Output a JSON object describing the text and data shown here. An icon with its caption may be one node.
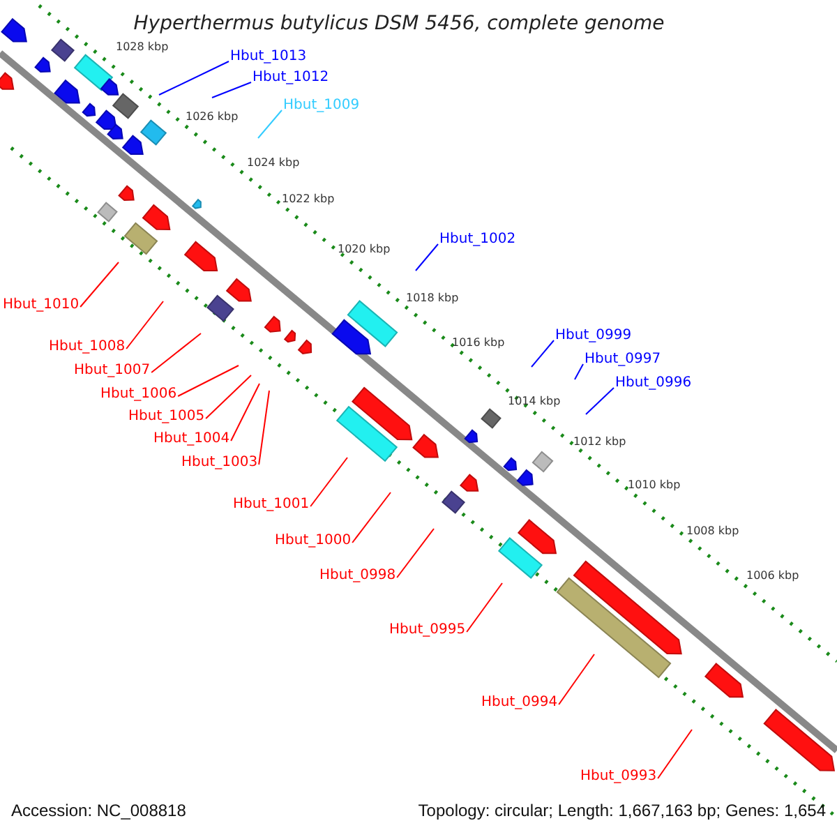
{
  "diagram": {
    "title": "Hyperthermus butylicus DSM 5456, complete genome",
    "nodes": [
      {
        "text": [
          "Hbut_1013"
        ]
      },
      {
        "text": [
          "Hbut_1012"
        ]
      },
      {
        "text": [
          "Hbut_1009"
        ]
      },
      {
        "text": [
          "Hbut_1002"
        ]
      },
      {
        "text": [
          "Hbut_0999"
        ]
      },
      {
        "text": [
          "Hbut_0997"
        ]
      },
      {
        "text": [
          "Hbut_0996"
        ]
      },
      {
        "text": [
          "Hbut_1010"
        ]
      },
      {
        "text": [
          "Hbut_1008"
        ]
      },
      {
        "text": [
          "Hbut_1007"
        ]
      },
      {
        "text": [
          "Hbut_1006"
        ]
      },
      {
        "text": [
          "Hbut_1005"
        ]
      },
      {
        "text": [
          "Hbut_1004"
        ]
      },
      {
        "text": [
          "Hbut_1003"
        ]
      },
      {
        "text": [
          "Hbut_1001"
        ]
      },
      {
        "text": [
          "Hbut_1000"
        ]
      },
      {
        "text": [
          "Hbut_0998"
        ]
      },
      {
        "text": [
          "Hbut_0995"
        ]
      },
      {
        "text": [
          "Hbut_0994"
        ]
      },
      {
        "text": [
          "Hbut_0993"
        ]
      }
    ],
    "edges": [
      {
        "from": 0,
        "to": null,
        "arrow": "none",
        "color": "#0000ff"
      },
      {
        "from": 1,
        "to": null,
        "arrow": "none",
        "color": "#0000ff"
      },
      {
        "from": 2,
        "to": null,
        "arrow": "none",
        "color": "#33ccff"
      },
      {
        "from": 3,
        "to": null,
        "arrow": "none",
        "color": "#0000ff"
      },
      {
        "from": 4,
        "to": null,
        "arrow": "none",
        "color": "#0000ff"
      },
      {
        "from": 5,
        "to": null,
        "arrow": "none",
        "color": "#0000ff"
      },
      {
        "from": 6,
        "to": null,
        "arrow": "none",
        "color": "#0000ff"
      },
      {
        "from": 7,
        "to": null,
        "arrow": "none"
      },
      {
        "from": 8,
        "to": null,
        "arrow": "none"
      },
      {
        "from": 9,
        "to": null,
        "arrow": "none"
      },
      {
        "from": 10,
        "to": null,
        "arrow": "none"
      },
      {
        "from": 11,
        "to": null,
        "arrow": "none"
      },
      {
        "from": 12,
        "to": null,
        "arrow": "none"
      },
      {
        "from": 13,
        "to": null,
        "arrow": "none"
      },
      {
        "from": 14,
        "to": null,
        "arrow": "none"
      },
      {
        "from": 15,
        "to": null,
        "arrow": "none"
      },
      {
        "from": 16,
        "to": null,
        "arrow": "none"
      },
      {
        "from": 17,
        "to": null,
        "arrow": "none"
      },
      {
        "from": 18,
        "to": null,
        "arrow": "none"
      },
      {
        "from": 19,
        "to": null,
        "arrow": "none"
      }
    ],
    "labels": [
      "1028 kbp",
      "1026 kbp",
      "1024 kbp",
      "1022 kbp",
      "1020 kbp",
      "1018 kbp",
      "1016 kbp",
      "1014 kbp",
      "1012 kbp",
      "1010 kbp",
      "1008 kbp",
      "1006 kbp",
      "Accession: NC_008818",
      "Topology: circular; Length: 1,667,163 bp; Genes: 1,654"
    ]
  }
}
